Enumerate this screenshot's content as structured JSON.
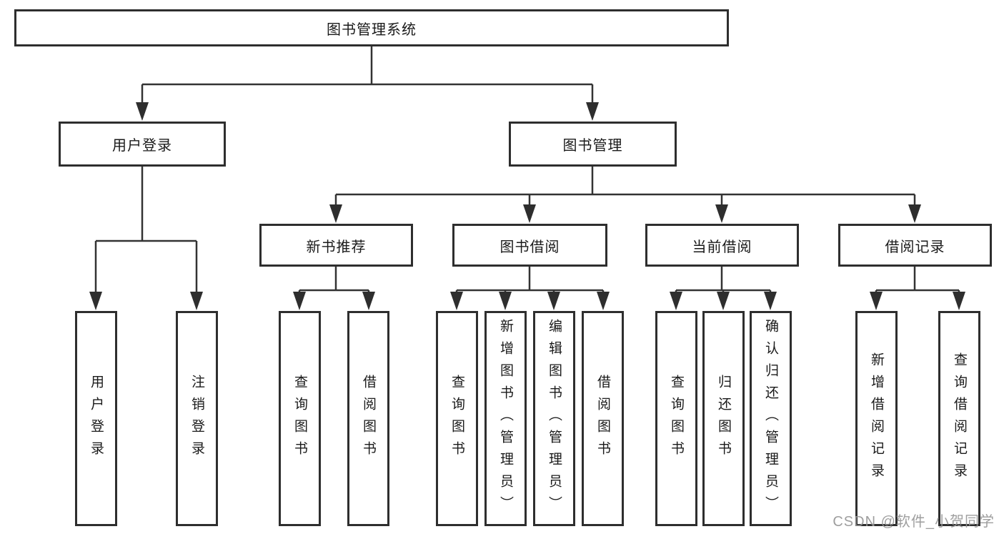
{
  "watermark": {
    "text": "CSDN @软件_小贺同学"
  },
  "colors": {
    "background": "#ffffff",
    "box_border": "#2e2e2e",
    "connector_line": "#333333",
    "text": "#1a1a1a",
    "watermark": "#969696"
  },
  "tree": {
    "label": "图书管理系统",
    "children": [
      {
        "label": "用户登录",
        "children": [
          {
            "label": "用户登录"
          },
          {
            "label": "注销登录"
          }
        ]
      },
      {
        "label": "图书管理",
        "children": [
          {
            "label": "新书推荐",
            "children": [
              {
                "label": "查询图书"
              },
              {
                "label": "借阅图书"
              }
            ]
          },
          {
            "label": "图书借阅",
            "children": [
              {
                "label": "查询图书"
              },
              {
                "label": "新增图书（管理员）"
              },
              {
                "label": "编辑图书（管理员）"
              },
              {
                "label": "借阅图书"
              }
            ]
          },
          {
            "label": "当前借阅",
            "children": [
              {
                "label": "查询图书"
              },
              {
                "label": "归还图书"
              },
              {
                "label": "确认归还（管理员）"
              }
            ]
          },
          {
            "label": "借阅记录",
            "children": [
              {
                "label": "新增借阅记录"
              },
              {
                "label": "查询借阅记录"
              }
            ]
          }
        ]
      }
    ]
  }
}
